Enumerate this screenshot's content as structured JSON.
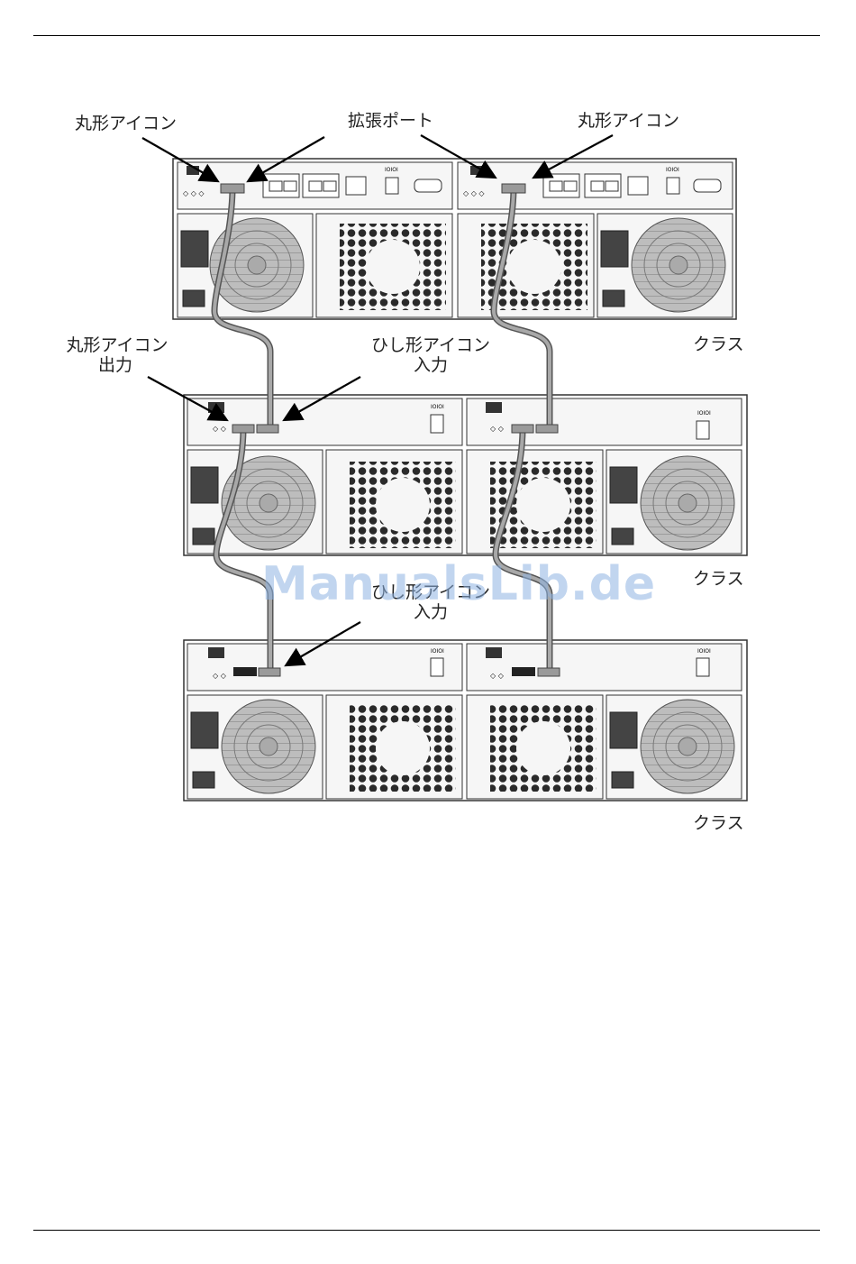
{
  "labels": {
    "round_icon_1": "丸形アイコン",
    "expansion_port": "拡張ポート",
    "round_icon_2": "丸形アイコン",
    "round_icon_out_1": "丸形アイコン",
    "round_icon_out_2": "出力",
    "diamond_icon_in_1a": "ひし形アイコン",
    "diamond_icon_in_1b": "入力",
    "diamond_icon_in_2a": "ひし形アイコン",
    "diamond_icon_in_2b": "入力",
    "class_1": "クラス",
    "class_2": "クラス",
    "class_3": "クラス",
    "port_label": "IOIOI"
  },
  "watermark": "ManualsLib.de",
  "colors": {
    "cable": "#8a8a8a",
    "line": "#000000",
    "chassis": "#f4f4f4",
    "fan": "#9a9a9a",
    "watermark": "#8fb4e3"
  }
}
